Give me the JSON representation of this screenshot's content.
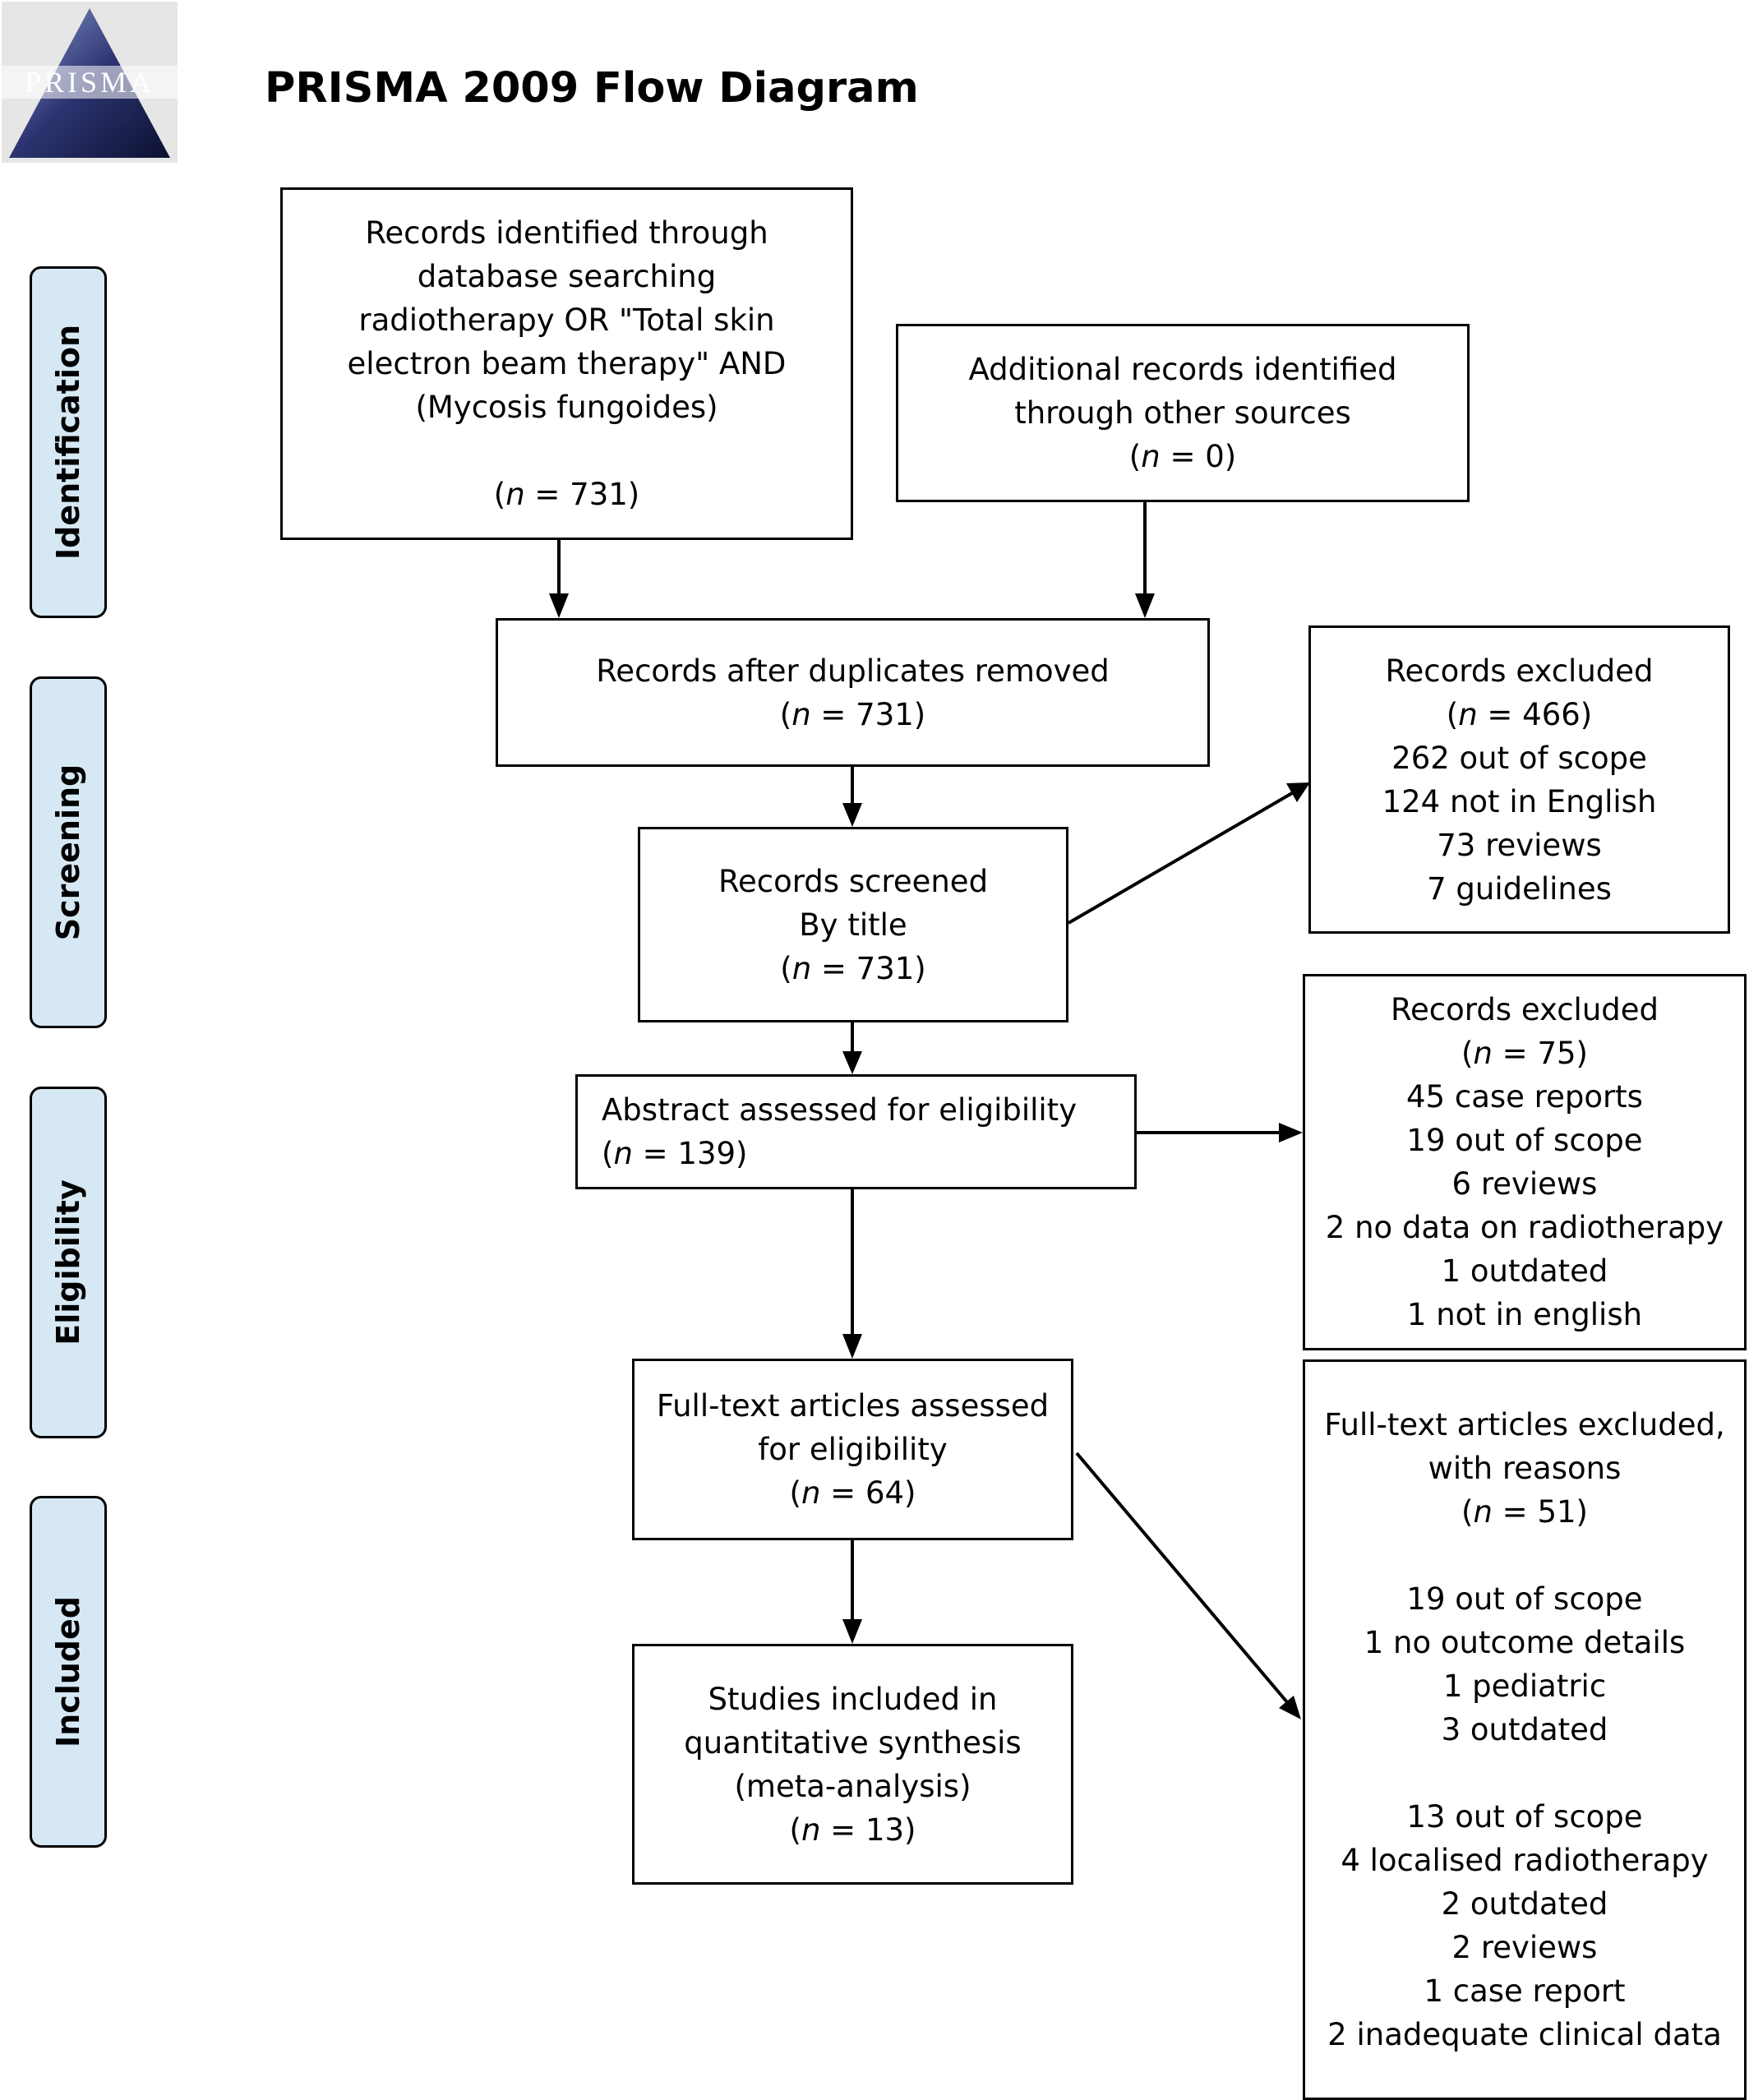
{
  "logo": {
    "text": "PRISMA"
  },
  "title": "PRISMA 2009 Flow Diagram",
  "stages": [
    "Identification",
    "Screening",
    "Eligibility",
    "Included"
  ],
  "boxes": {
    "db_search": {
      "lines": [
        "Records identified through",
        "database searching",
        "radiotherapy OR \"Total skin",
        "electron beam therapy\" AND",
        "(Mycosis fungoides)",
        "",
        "(n = 731)"
      ]
    },
    "other_sources": {
      "lines": [
        "Additional records identified",
        "through other sources",
        "(n = 0)"
      ]
    },
    "dup_removed": {
      "lines": [
        "Records after duplicates removed",
        "(n = 731)"
      ]
    },
    "screened": {
      "lines": [
        "Records screened",
        "By title",
        "(n = 731)"
      ]
    },
    "excluded_1": {
      "lines": [
        "Records excluded",
        "(n = 466)",
        "262 out of scope",
        "124 not in English",
        "73 reviews",
        "7 guidelines"
      ]
    },
    "abstract": {
      "lines": [
        "Abstract assessed for eligibility",
        "(n = 139)"
      ]
    },
    "excluded_2": {
      "lines": [
        "Records excluded",
        "(n = 75)",
        "45 case reports",
        "19 out of scope",
        "6 reviews",
        "2 no data on radiotherapy",
        "1 outdated",
        "1 not in english"
      ]
    },
    "fulltext": {
      "lines": [
        "Full-text articles assessed",
        "for eligibility",
        "(n = 64)"
      ]
    },
    "excluded_3": {
      "lines": [
        "Full-text articles excluded,",
        "with reasons",
        "(n = 51)",
        "",
        "19 out of scope",
        "1 no outcome details",
        "1 pediatric",
        "3 outdated",
        "",
        "13 out of scope",
        "4 localised radiotherapy",
        "2 outdated",
        "2 reviews",
        "1 case report",
        "2 inadequate clinical data"
      ]
    },
    "included": {
      "lines": [
        "Studies included in",
        "quantitative synthesis",
        "(meta-analysis)",
        "(n = 13)"
      ]
    }
  }
}
